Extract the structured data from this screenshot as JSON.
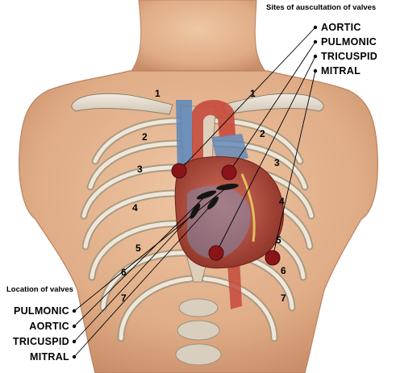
{
  "headings": {
    "auscultation": "Sites of auscultation of valves",
    "location": "Location of valves"
  },
  "auscultation_sites": [
    {
      "id": "aortic",
      "label": "AORTIC"
    },
    {
      "id": "pulmonic",
      "label": "PULMONIC"
    },
    {
      "id": "tricuspid",
      "label": "TRICUSPID"
    },
    {
      "id": "mitral",
      "label": "MITRAL"
    }
  ],
  "valve_locations": [
    {
      "id": "pulmonic",
      "label": "PULMONIC"
    },
    {
      "id": "aortic",
      "label": "AORTIC"
    },
    {
      "id": "tricuspid",
      "label": "TRICUSPID"
    },
    {
      "id": "mitral",
      "label": "MITRAL"
    }
  ],
  "rib_numbers_right": [
    "1",
    "2",
    "3",
    "4",
    "5",
    "6",
    "7"
  ],
  "rib_numbers_left": [
    "1",
    "2",
    "3",
    "4",
    "5",
    "6",
    "7"
  ],
  "colors": {
    "auscultation_marker": "#8b1419",
    "valve_marker": "#141414",
    "skin": "#e3b28c",
    "bone": "#e6dfd1",
    "heart": "#b54a3c",
    "leader_line": "#000000"
  }
}
